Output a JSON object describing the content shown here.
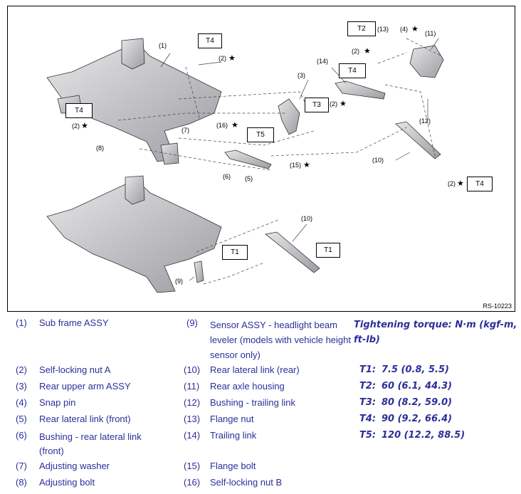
{
  "diagram": {
    "ref_code": "RS-10223",
    "torque_boxes": [
      "T4",
      "T2",
      "T4",
      "T4",
      "T3",
      "T5",
      "T4",
      "T1",
      "T1"
    ],
    "callouts": [
      "(1)",
      "(2)",
      "(3)",
      "(4)",
      "(11)",
      "(13)",
      "(14)",
      "(2)",
      "(2)",
      "(2)",
      "(16)",
      "(7)",
      "(8)",
      "(6)",
      "(5)",
      "(15)",
      "(12)",
      "(10)",
      "(2)",
      "(10)",
      "(9)"
    ],
    "star_glyph": "★"
  },
  "legend": {
    "col1": [
      {
        "num": "(1)",
        "text": "Sub frame ASSY"
      },
      {
        "num": "(2)",
        "text": "Self-locking nut A"
      },
      {
        "num": "(3)",
        "text": "Rear upper arm ASSY"
      },
      {
        "num": "(4)",
        "text": "Snap pin"
      },
      {
        "num": "(5)",
        "text": "Rear lateral link (front)"
      },
      {
        "num": "(6)",
        "text": "Bushing - rear lateral link (front)"
      },
      {
        "num": "(7)",
        "text": "Adjusting washer"
      },
      {
        "num": "(8)",
        "text": "Adjusting bolt"
      }
    ],
    "col2": [
      {
        "num": "(9)",
        "text": "Sensor ASSY - headlight beam leveler (models with vehicle height sensor only)"
      },
      {
        "num": "(10)",
        "text": "Rear lateral link (rear)"
      },
      {
        "num": "(11)",
        "text": "Rear axle housing"
      },
      {
        "num": "(12)",
        "text": "Bushing - trailing link"
      },
      {
        "num": "(13)",
        "text": "Flange nut"
      },
      {
        "num": "(14)",
        "text": "Trailing link"
      },
      {
        "num": "(15)",
        "text": "Flange bolt"
      },
      {
        "num": "(16)",
        "text": "Self-locking nut B"
      }
    ],
    "torque_heading": "Tightening torque: N·m (kgf-m, ft-lb)",
    "torques": [
      {
        "key": "T1:",
        "value": "7.5 (0.8, 5.5)"
      },
      {
        "key": "T2:",
        "value": "60 (6.1, 44.3)"
      },
      {
        "key": "T3:",
        "value": "80 (8.2, 59.0)"
      },
      {
        "key": "T4:",
        "value": "90 (9.2, 66.4)"
      },
      {
        "key": "T5:",
        "value": "120 (12.2, 88.5)"
      }
    ]
  },
  "colors": {
    "legend_text": "#2b2f99",
    "part_fill": "#c9c9cc",
    "part_stroke": "#3a3a3a"
  }
}
